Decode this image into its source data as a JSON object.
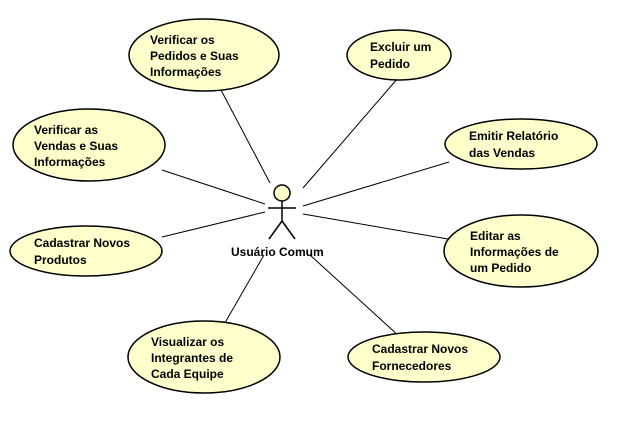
{
  "actor": {
    "name": "Usuário Comum"
  },
  "use_cases": [
    {
      "id": "verificar-pedidos",
      "lines": [
        "Verificar os",
        "Pedidos e Suas",
        "Informações"
      ]
    },
    {
      "id": "excluir-pedido",
      "lines": [
        "Excluir um",
        "Pedido"
      ]
    },
    {
      "id": "verificar-vendas",
      "lines": [
        "Verificar as",
        "Vendas e Suas",
        "Informações"
      ]
    },
    {
      "id": "emitir-relatorio",
      "lines": [
        "Emitir Relatório",
        "das Vendas"
      ]
    },
    {
      "id": "cadastrar-produtos",
      "lines": [
        "Cadastrar Novos",
        "Produtos"
      ]
    },
    {
      "id": "editar-pedido",
      "lines": [
        "Editar as",
        "Informações de",
        "um Pedido"
      ]
    },
    {
      "id": "visualizar-equipe",
      "lines": [
        "Visualizar os",
        "Integrantes de",
        "Cada Equipe"
      ]
    },
    {
      "id": "cadastrar-fornecedores",
      "lines": [
        "Cadastrar Novos",
        "Fornecedores"
      ]
    }
  ],
  "colors": {
    "use_case_fill": "#ffffcc",
    "stroke": "#000000"
  }
}
